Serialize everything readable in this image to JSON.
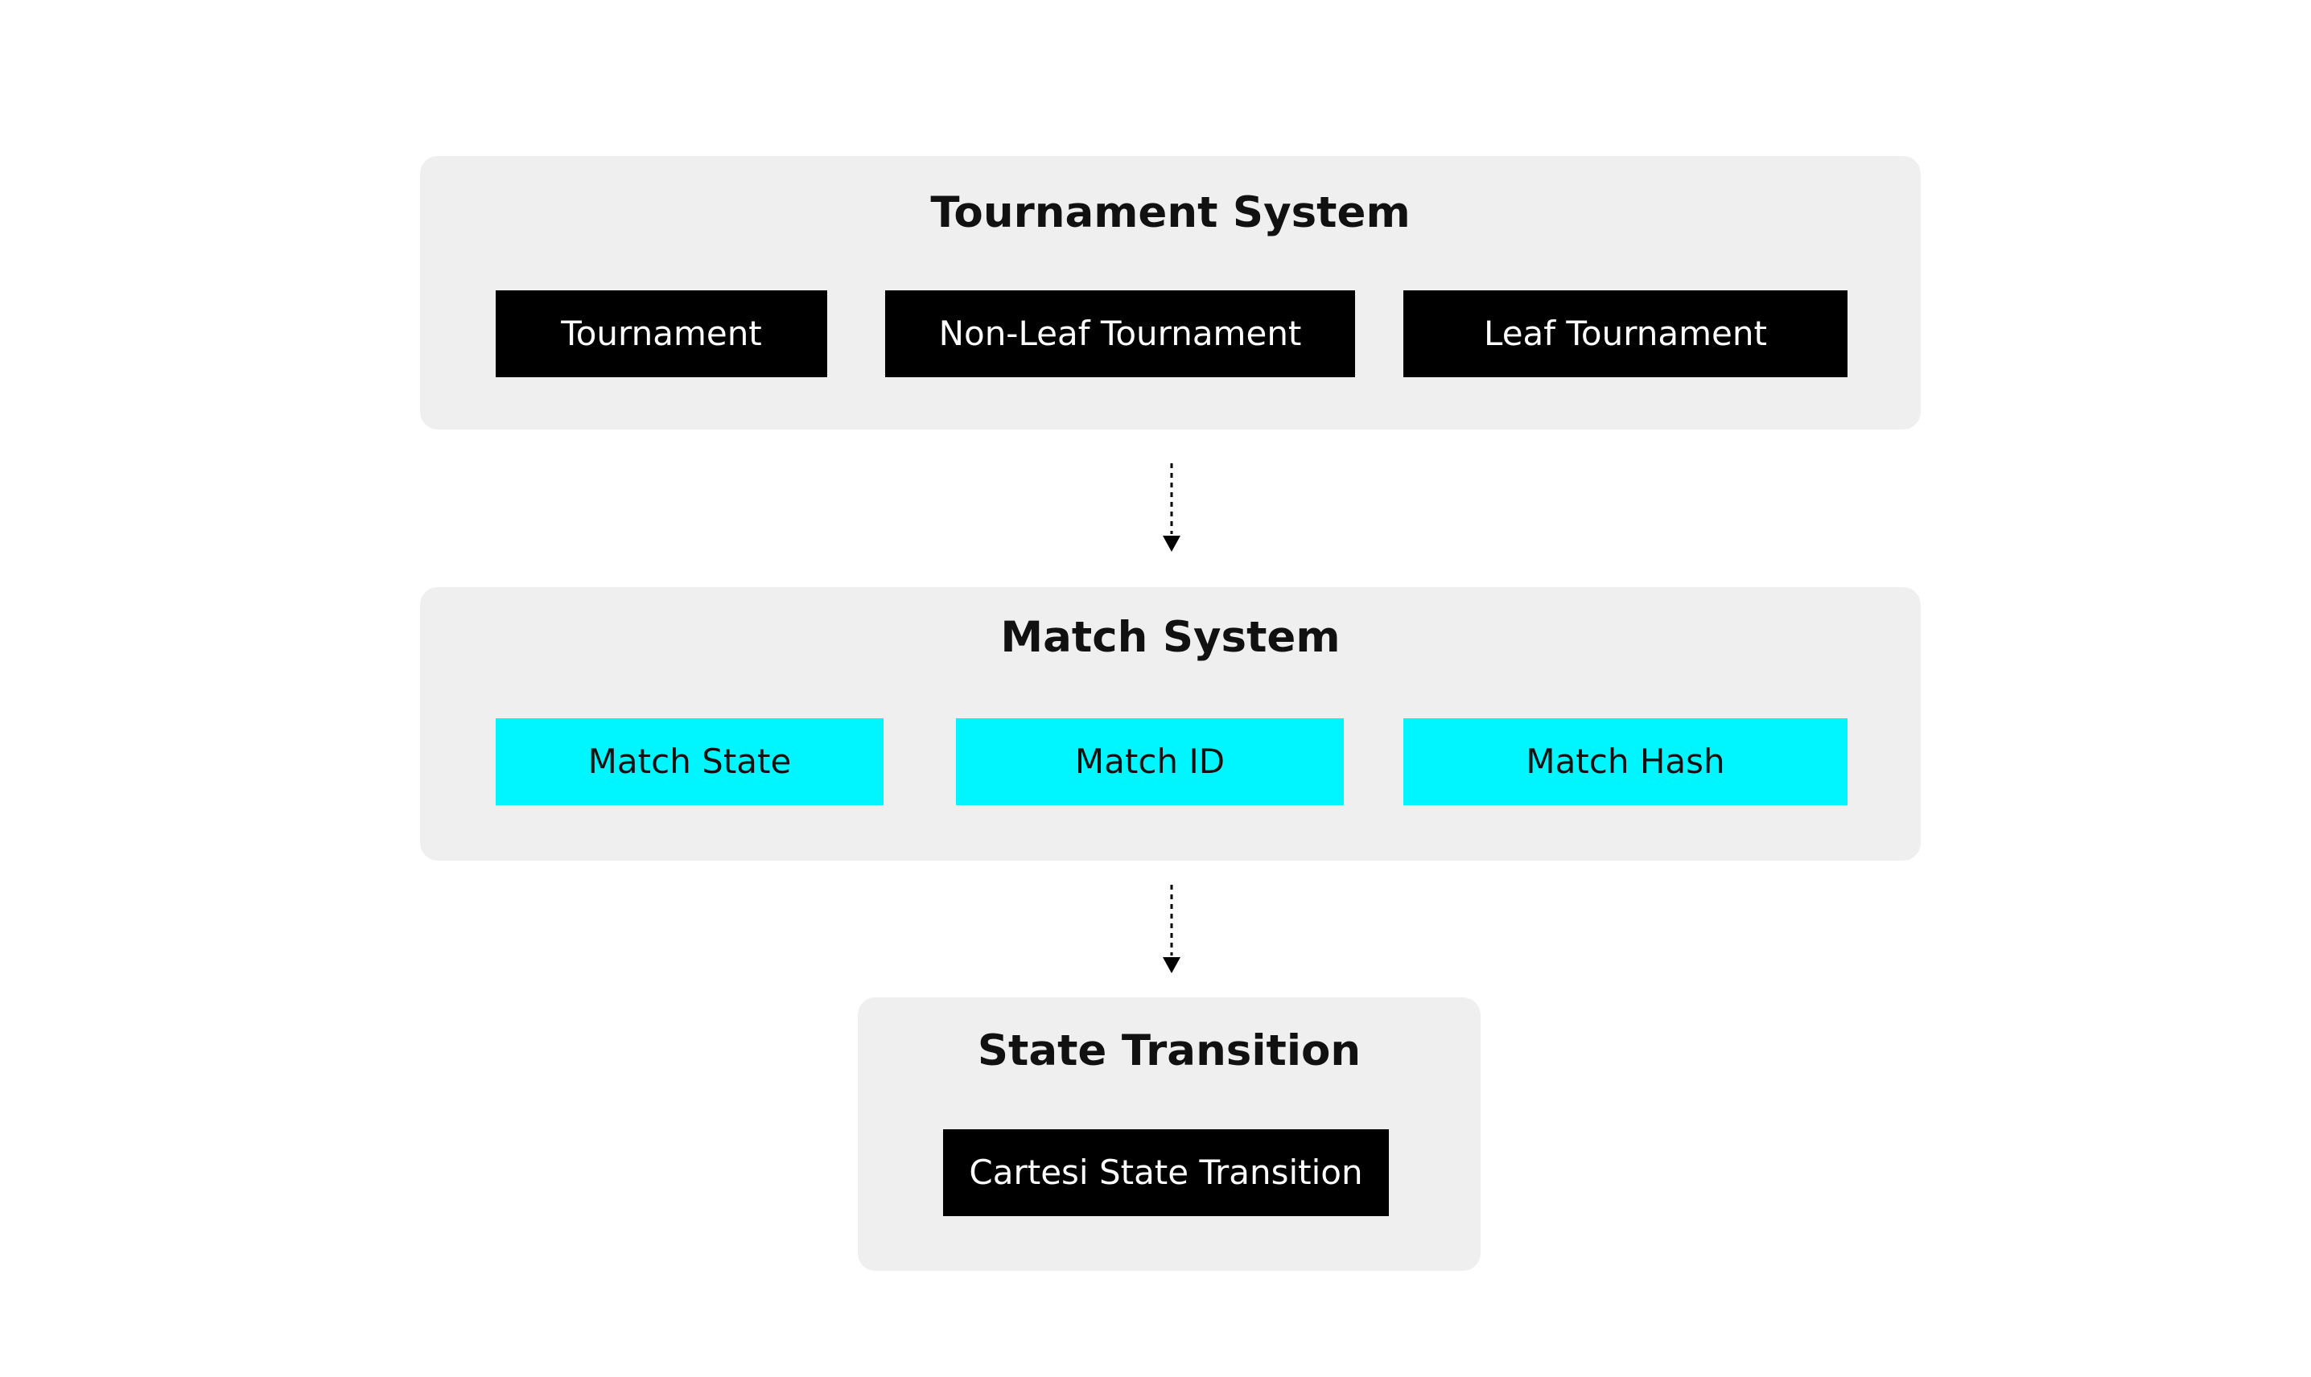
{
  "colors": {
    "group_background": "#efefef",
    "dark_node": "#000000",
    "dark_node_text": "#ffffff",
    "cyan_node": "#00f6ff",
    "connector": "#000000"
  },
  "groups": [
    {
      "title": "Tournament System",
      "nodes": [
        {
          "label": "Tournament",
          "style": "dark"
        },
        {
          "label": "Non-Leaf Tournament",
          "style": "dark"
        },
        {
          "label": "Leaf Tournament",
          "style": "dark"
        }
      ]
    },
    {
      "title": "Match System",
      "nodes": [
        {
          "label": "Match State",
          "style": "cyan"
        },
        {
          "label": "Match ID",
          "style": "cyan"
        },
        {
          "label": "Match Hash",
          "style": "cyan"
        }
      ]
    },
    {
      "title": "State Transition",
      "nodes": [
        {
          "label": "Cartesi State Transition",
          "style": "dark"
        }
      ]
    }
  ],
  "edges": [
    {
      "from": "Tournament System",
      "to": "Match System",
      "line": "dotted",
      "arrow": "down"
    },
    {
      "from": "Match System",
      "to": "State Transition",
      "line": "dotted",
      "arrow": "down"
    }
  ]
}
